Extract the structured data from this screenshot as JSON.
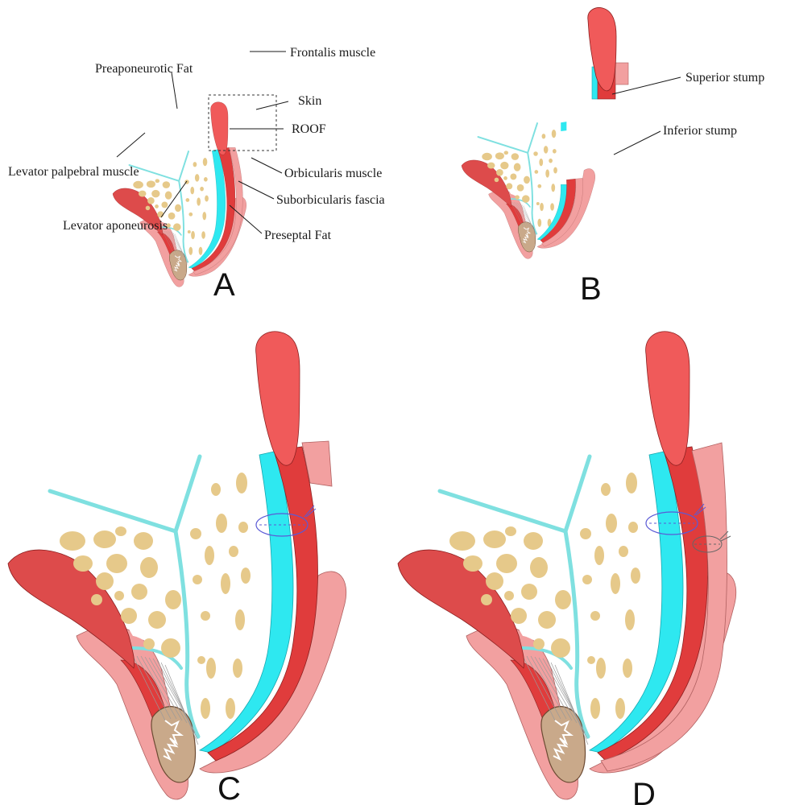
{
  "figure": {
    "panels": [
      {
        "letter": "A"
      },
      {
        "letter": "B"
      },
      {
        "letter": "C"
      },
      {
        "letter": "D"
      }
    ],
    "labels_a": {
      "frontalis": "Frontalis muscle",
      "preaponeurotic_fat": "Preaponeurotic Fat",
      "skin": "Skin",
      "roof": "ROOF",
      "levator_palpebral": "Levator palpebral muscle",
      "orbicularis": "Orbicularis muscle",
      "suborbicularis_fascia": "Suborbicularis fascia",
      "levator_aponeurosis": "Levator aponeurosis",
      "preseptal_fat": "Preseptal Fat"
    },
    "labels_b": {
      "superior_stump": "Superior stump",
      "inferior_stump": "Inferior stump"
    },
    "colors": {
      "frontalis": "#f05a5a",
      "muscle": "#e03c3c",
      "levator": "#dd4b4b",
      "skin": "#f2a0a0",
      "fascia": "#2ee8f0",
      "septum": "#7fe0e0",
      "fat": "#e6c98a",
      "tarsus": "#c9a98a",
      "suture": "#5a5ad6"
    }
  }
}
